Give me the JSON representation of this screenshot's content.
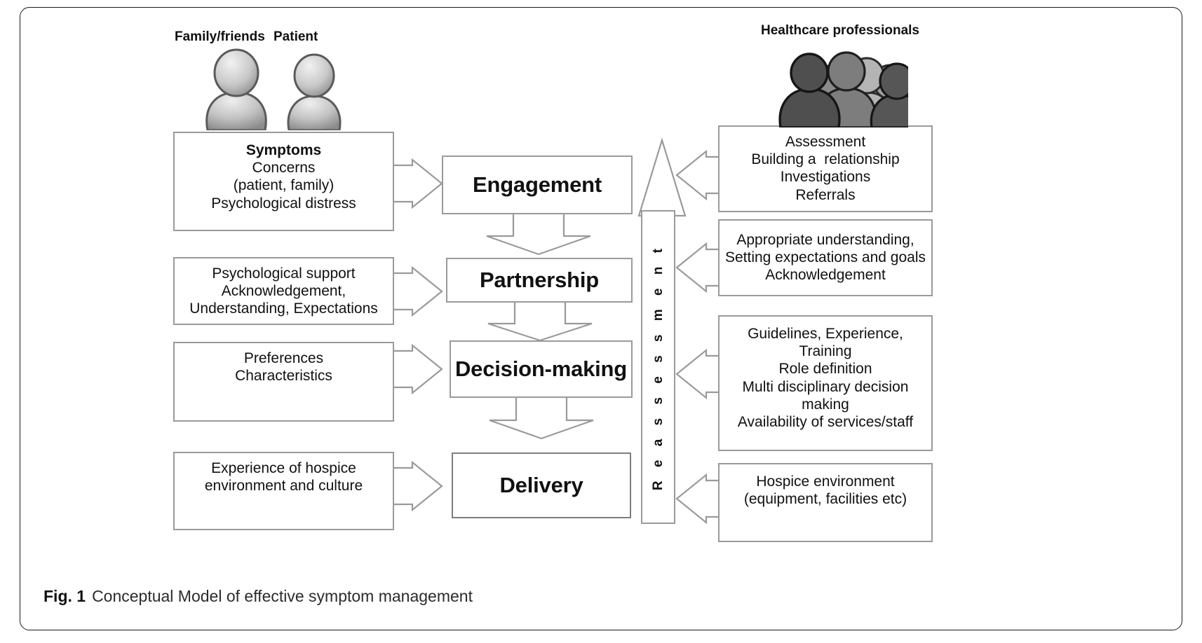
{
  "figure": {
    "caption_label": "Fig. 1",
    "caption_text": "Conceptual Model of effective symptom management"
  },
  "actors": {
    "left": [
      {
        "id": "family-friends",
        "label": "Family/friends",
        "icon": "person-icon"
      },
      {
        "id": "patient",
        "label": "Patient",
        "icon": "person-icon"
      }
    ],
    "right": [
      {
        "id": "healthcare-professionals",
        "label": "Healthcare professionals",
        "icon": "people-group-icon"
      }
    ]
  },
  "center_stages": [
    {
      "id": "engagement",
      "label": "Engagement"
    },
    {
      "id": "partnership",
      "label": "Partnership"
    },
    {
      "id": "decision-making",
      "label": "Decision-making"
    },
    {
      "id": "delivery",
      "label": "Delivery"
    }
  ],
  "left_boxes": [
    {
      "id": "symptoms",
      "lines": [
        {
          "text": "Symptoms",
          "bold": true
        },
        {
          "text": "Concerns",
          "bold": false
        },
        {
          "text": "(patient, family)",
          "bold": false
        },
        {
          "text": "Psychological distress",
          "bold": false
        }
      ]
    },
    {
      "id": "psychological-support",
      "lines": [
        {
          "text": "Psychological support",
          "bold": false
        },
        {
          "text": "Acknowledgement,",
          "bold": false
        },
        {
          "text": "Understanding, Expectations",
          "bold": false
        }
      ]
    },
    {
      "id": "preferences",
      "lines": [
        {
          "text": "Preferences",
          "bold": false
        },
        {
          "text": "Characteristics",
          "bold": false
        }
      ]
    },
    {
      "id": "hospice-experience",
      "lines": [
        {
          "text": "Experience of hospice",
          "bold": false
        },
        {
          "text": "environment and culture",
          "bold": false
        }
      ]
    }
  ],
  "right_boxes": [
    {
      "id": "assessment",
      "lines": [
        {
          "text": "Assessment",
          "bold": false
        },
        {
          "text": "Building a  relationship",
          "bold": false
        },
        {
          "text": "Investigations",
          "bold": false
        },
        {
          "text": "Referrals",
          "bold": false
        }
      ]
    },
    {
      "id": "expectations-goals",
      "lines": [
        {
          "text": "Appropriate understanding,",
          "bold": false
        },
        {
          "text": "Setting expectations and goals",
          "bold": false
        },
        {
          "text": "Acknowledgement",
          "bold": false
        }
      ]
    },
    {
      "id": "guidelines-training",
      "lines": [
        {
          "text": "Guidelines, Experience,",
          "bold": false
        },
        {
          "text": "Training",
          "bold": false
        },
        {
          "text": "Role definition",
          "bold": false
        },
        {
          "text": "Multi disciplinary decision",
          "bold": false
        },
        {
          "text": "making",
          "bold": false
        },
        {
          "text": "Availability of services/staff",
          "bold": false
        }
      ]
    },
    {
      "id": "hospice-environment",
      "lines": [
        {
          "text": "Hospice environment",
          "bold": false
        },
        {
          "text": "(equipment, facilities etc)",
          "bold": false
        }
      ]
    }
  ],
  "reassessment": {
    "id": "reassessment-arrow",
    "label": "R e a s s e s s m e n t",
    "plain_label": "Reassessment",
    "direction": "upward"
  },
  "colors": {
    "box_border": "#9a9a9a",
    "box_fill": "#ffffff",
    "arrow_stroke": "#9a9a9a",
    "arrow_fill": "#ffffff",
    "text": "#111111",
    "frame_border": "#1a1a1a",
    "caption_text": "#2b2b2b",
    "icon_light": "#d8d8d8",
    "icon_mid": "#9e9e9e",
    "icon_dark": "#5a5a5a"
  }
}
